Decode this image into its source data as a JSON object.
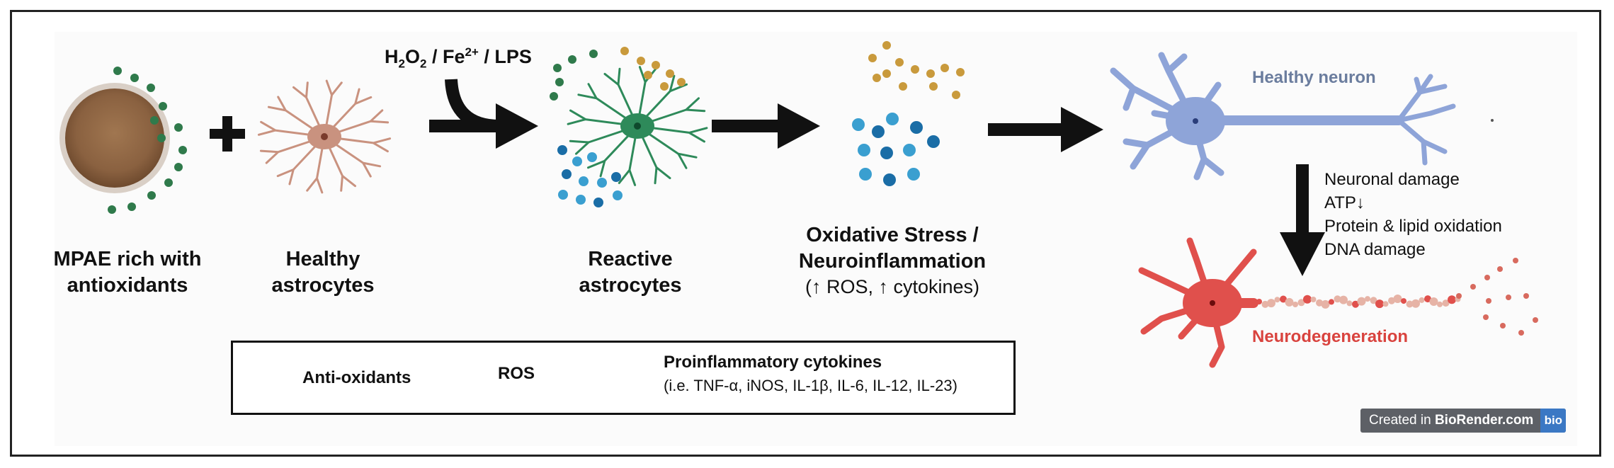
{
  "stages": {
    "mpae": {
      "line1": "MPAE rich with",
      "line2": "antioxidants"
    },
    "healthy_astrocytes": {
      "line1": "Healthy",
      "line2": "astrocytes"
    },
    "reactive_astrocytes": {
      "line1": "Reactive",
      "line2": "astrocytes"
    },
    "oxidative": {
      "line1": "Oxidative Stress /",
      "line2": "Neuroinflammation",
      "line3": "(↑ ROS, ↑ cytokines)"
    }
  },
  "trigger": {
    "h": "H",
    "h_sub": "2",
    "o": "O",
    "o_sub": "2",
    "sep1": " / Fe",
    "fe_sup": "2+",
    "rest": " / LPS"
  },
  "neurons": {
    "healthy": "Healthy neuron",
    "degenerated": "Neurodegeneration"
  },
  "effects": [
    "Neuronal damage",
    "ATP↓",
    "Protein & lipid oxidation",
    "DNA damage"
  ],
  "legend": {
    "antioxidants": "Anti-oxidants",
    "ros": "ROS",
    "cytokines_title": "Proinflammatory cytokines",
    "cytokines_note": "(i.e. TNF-α, iNOS, IL-1β, IL-6, IL-12, IL-23)"
  },
  "badge": {
    "prefix": "Created in ",
    "brand": "BioRender.com",
    "logo": "bio"
  },
  "colors": {
    "antioxidant": "#2f7a4b",
    "ros": "#c99a3c",
    "cytokine": "#3a9fd0",
    "astro_healthy": "#c9927f",
    "astro_reactive": "#2e8a5a",
    "neuron_healthy": "#8ea4d8",
    "neuron_damaged": "#e0504c"
  }
}
